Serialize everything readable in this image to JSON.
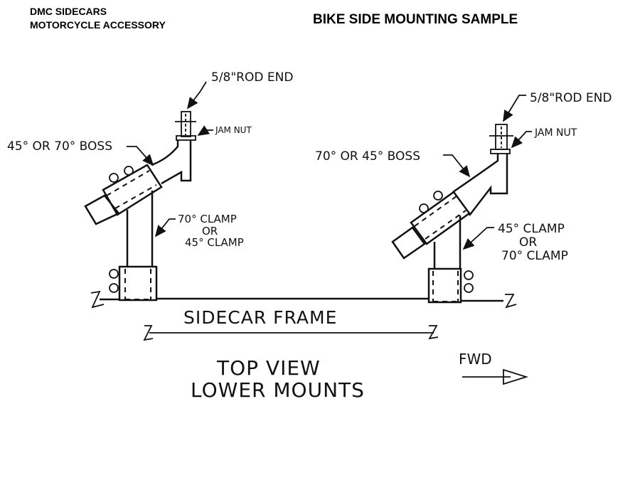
{
  "header": {
    "company": "DMC SIDECARS",
    "subtitle": "MOTORCYCLE ACCESSORY",
    "title": "BIKE SIDE MOUNTING SAMPLE"
  },
  "left_mount": {
    "rod_end": "5/8\"ROD END",
    "jam_nut": "JAM NUT",
    "boss": "45° OR 70° BOSS",
    "clamp_line1": "70° CLAMP",
    "clamp_line2": "OR",
    "clamp_line3": "45° CLAMP"
  },
  "right_mount": {
    "rod_end": "5/8\"ROD END",
    "jam_nut": "JAM NUT",
    "boss": "70° OR 45° BOSS",
    "clamp_line1": "45° CLAMP",
    "clamp_line2": "OR",
    "clamp_line3": "70° CLAMP"
  },
  "frame_label": "SIDECAR FRAME",
  "view_line1": "TOP VIEW",
  "view_line2": "LOWER MOUNTS",
  "direction": "FWD"
}
